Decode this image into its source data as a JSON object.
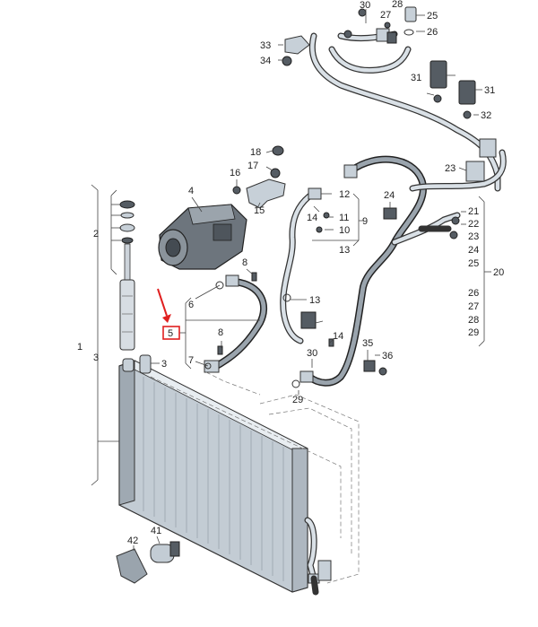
{
  "labels": {
    "p1": "1",
    "p2": "2",
    "p3a": "3",
    "p3b": "3",
    "p4": "4",
    "p5": "5",
    "p6": "6",
    "p7": "7",
    "p8a": "8",
    "p8b": "8",
    "p9": "9",
    "p10": "10",
    "p11": "11",
    "p12": "12",
    "p13a": "13",
    "p13b": "13",
    "p14a": "14",
    "p14b": "14",
    "p15": "15",
    "p16": "16",
    "p17": "17",
    "p18": "18",
    "p20": "20",
    "p21": "21",
    "p22": "22",
    "p23a": "23",
    "p23b": "23",
    "p24a": "24",
    "p24b": "24",
    "p25a": "25",
    "p25b": "25",
    "p26a": "26",
    "p26b": "26",
    "p27a": "27",
    "p27b": "27",
    "p28a": "28",
    "p28b": "28",
    "p29a": "29",
    "p29b": "29",
    "p30a": "30",
    "p30b": "30",
    "p31a": "31",
    "p31b": "31",
    "p32": "32",
    "p33": "33",
    "p34": "34",
    "p35": "35",
    "p36": "36",
    "p41": "41",
    "p42": "42"
  },
  "highlight": {
    "color": "#e02020"
  }
}
